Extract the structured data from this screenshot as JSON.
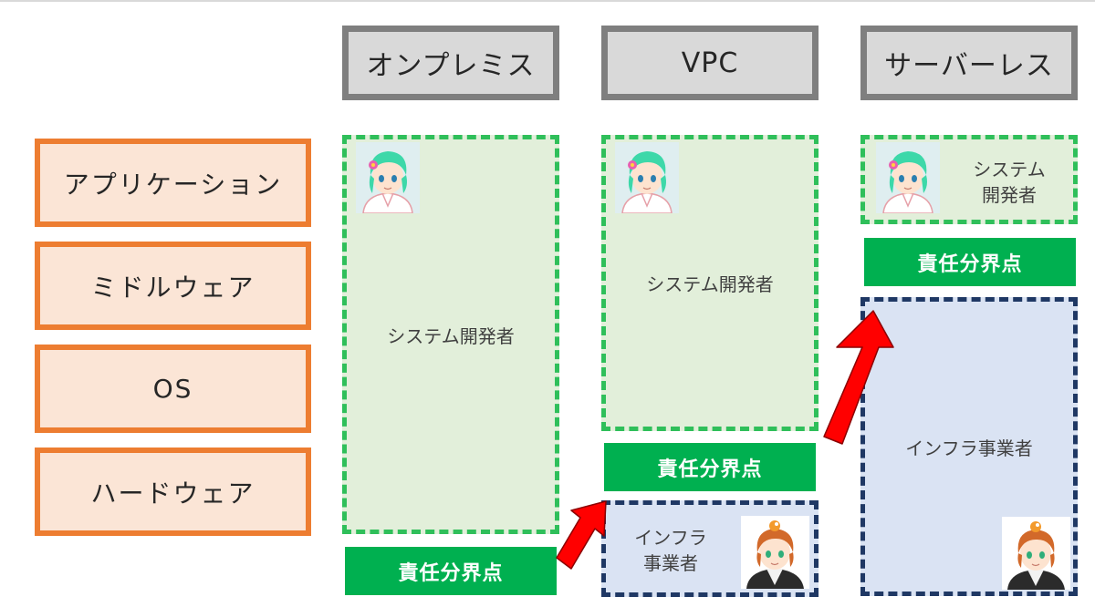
{
  "columns": [
    {
      "header": "オンプレミス"
    },
    {
      "header": "VPC"
    },
    {
      "header": "サーバーレス"
    }
  ],
  "layers": [
    "アプリケーション",
    "ミドルウェア",
    "OS",
    "ハードウェア"
  ],
  "roles": {
    "developer": "システム開発者",
    "developer_line1": "システム",
    "developer_line2": "開発者",
    "infra": "インフラ事業者",
    "infra_line1": "インフラ",
    "infra_line2": "事業者"
  },
  "boundary_label": "責任分界点",
  "icons": {
    "developer": "developer-avatar-icon",
    "infra": "infra-avatar-icon",
    "arrow": "up-arrow-icon"
  },
  "colors": {
    "layer_fill": "#fbe5d6",
    "layer_border": "#ed7d31",
    "header_fill": "#d9d9d9",
    "header_border": "#7f7f7f",
    "dev_fill": "#e2efda",
    "dev_border": "#2fbf5a",
    "infra_fill": "#dae3f3",
    "infra_border": "#1f3864",
    "boundary_fill": "#00b050",
    "arrow": "#ff0000"
  }
}
